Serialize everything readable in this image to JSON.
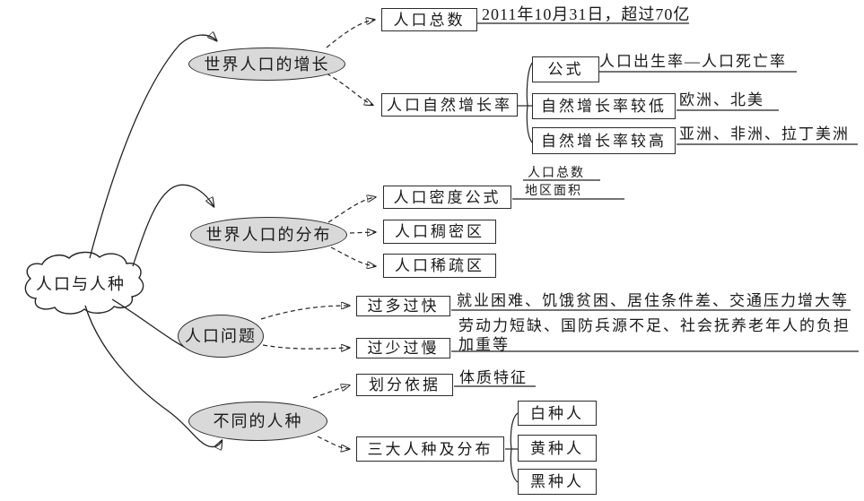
{
  "diagram": {
    "root": "人口与人种",
    "branches": [
      {
        "label": "世界人口的增长",
        "children": [
          {
            "box": "人口总数",
            "note": "2011年10月31日，超过70亿"
          },
          {
            "box": "人口自然增长率",
            "children": [
              {
                "box": "公式",
                "note": "人口出生率—人口死亡率"
              },
              {
                "box": "自然增长率较低",
                "note": "欧洲、北美"
              },
              {
                "box": "自然增长率较高",
                "note": "亚洲、非洲、拉丁美洲"
              }
            ]
          }
        ]
      },
      {
        "label": "世界人口的分布",
        "children": [
          {
            "box": "人口密度公式",
            "fraction_numerator": "人口总数",
            "fraction_denominator": "地区面积"
          },
          {
            "box": "人口稠密区"
          },
          {
            "box": "人口稀疏区"
          }
        ]
      },
      {
        "label": "人口问题",
        "children": [
          {
            "box": "过多过快",
            "note": "就业困难、饥饿贫困、居住条件差、交通压力增大等"
          },
          {
            "box": "过少过慢",
            "note_line1": "劳动力短缺、国防兵源不足、社会抚养老年人的负担",
            "note_line2": "加重等"
          }
        ]
      },
      {
        "label": "不同的人种",
        "children": [
          {
            "box": "划分依据",
            "note": "体质特征"
          },
          {
            "box": "三大人种及分布",
            "children": [
              {
                "box": "白种人"
              },
              {
                "box": "黄种人"
              },
              {
                "box": "黑种人"
              }
            ]
          }
        ]
      }
    ],
    "colors": {
      "node_fill": "#d9d9d9",
      "stroke": "#222222",
      "background": "#ffffff"
    }
  }
}
